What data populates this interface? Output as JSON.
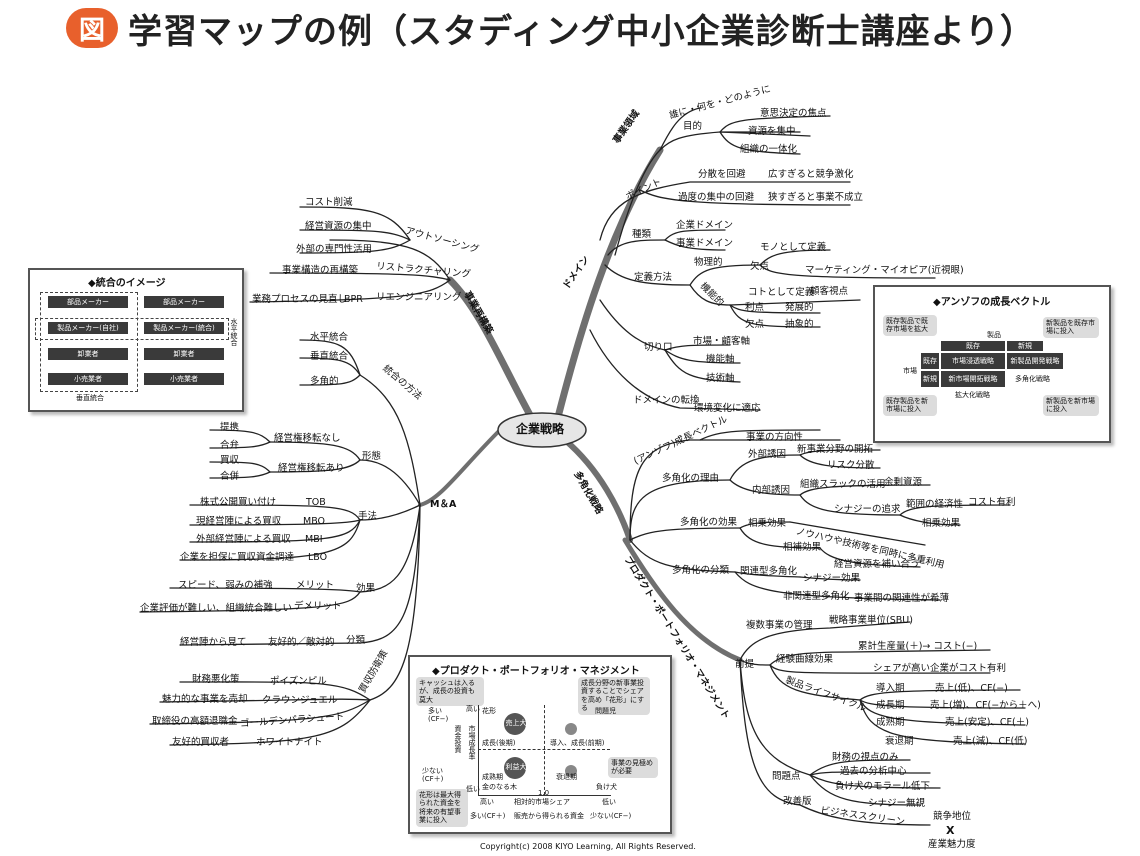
{
  "header": {
    "badge": "図",
    "title": "学習マップの例（スタディング中小企業診断士講座より）"
  },
  "center": "企業戦略",
  "labels": {
    "jigyoryoiki": "事業領域",
    "dare": "誰に・何を・どのように",
    "mokuteki": "目的",
    "ishi": "意思決定の焦点",
    "shigen": "資源を集中",
    "soshiki": "組織の一体化",
    "point": "ポイント",
    "bunsan": "分散を回避",
    "hiroi": "広すぎると競争激化",
    "kado": "過度の集中の回避",
    "semai": "狭すぎると事業不成立",
    "domain": "ドメイン",
    "shurui": "種類",
    "kigyo_d": "企業ドメイン",
    "jigyo_d": "事業ドメイン",
    "teigi": "定義方法",
    "butsuri": "物理的",
    "mono": "モノとして定義",
    "ketten1": "欠点",
    "myopia": "マーケティング・マイオピア(近視眼)",
    "kinou": "機能的",
    "koto": "コトとして定義",
    "kokyaku": "顧客視点",
    "riten": "利点",
    "hatten": "発展的",
    "ketten2": "欠点",
    "chusho": "抽象的",
    "kiriguchi": "切り口",
    "shijo": "市場・顧客軸",
    "kinoujiku": "機能軸",
    "gijutsu": "技術軸",
    "tenkan": "ドメインの転換",
    "kankyo": "環境変化に適応",
    "saikochiku": "事業再構築",
    "outsourcing": "アウトソーシング",
    "cost": "コスト削減",
    "keiei_shigen": "経営資源の集中",
    "gaibu": "外部の専門性活用",
    "restructuring": "リストラクチャリング",
    "jigyokozo": "事業構造の再構築",
    "reengineering": "リエンジニアリング",
    "gyomu": "業務プロセスの見直し",
    "bpr": "BPR",
    "tougou": "統合の方法",
    "suihei": "水平統合",
    "suichoku": "垂直統合",
    "takakuteki": "多角的",
    "ma": "M＆A",
    "keitai": "形態",
    "teikei": "提携",
    "gappei1": "合弁",
    "nashi": "経営権移転なし",
    "baishu": "買収",
    "gappei2": "合併",
    "ari": "経営権移転あり",
    "shuho": "手法",
    "kabushiki": "株式公開買い付け",
    "tob": "TOB",
    "genkeiei": "現経営陣による買収",
    "mbo": "MBO",
    "gaibukeiei": "外部経営陣による買収",
    "mbi": "MBI",
    "tanpo": "企業を担保に買収資金調達",
    "lbo": "LBO",
    "koka": "効果",
    "speed": "スピード、弱みの補強",
    "merit": "メリット",
    "hyoka": "企業評価が難しい、組織統合難しい",
    "demerit": "デメリット",
    "bunrui": "分類",
    "keieijin": "経営陣から見て",
    "yukoteki": "友好的／敵対的",
    "boei": "買収防衛策",
    "zaimu": "財務悪化策",
    "poison": "ポイズンピル",
    "miryoku": "魅力的な事業を売却",
    "crown": "クラウンジュエル",
    "torishimari": "取締役の高額退職金",
    "golden": "ゴールデンパラシュート",
    "yuko": "友好的買収者",
    "white": "ホワイトナイト",
    "takakuka": "多角化戦略",
    "ansoff": "(アンゾフ)成長ベクトル",
    "hokosei": "事業の方向性",
    "riyu": "多角化の理由",
    "gaibuyuin": "外部誘因",
    "shinjigyo": "新事業分野の開拓",
    "risk": "リスク分散",
    "naibuyuin": "内部誘因",
    "slack": "組織スラックの活用",
    "yoyo": "余剰資源",
    "synergy_tsuikyu": "シナジーの追求",
    "hani": "範囲の経済性",
    "costyuri": "コスト有利",
    "sojo1": "相乗効果",
    "takakuka_koka": "多角化の効果",
    "sojo2": "相乗効果",
    "knowhow": "ノウハウや技術等を同時に多重利用",
    "sohokoka": "相補効果",
    "keiei_hokan": "経営資源を補い合う",
    "takakuka_bunrui": "多角化の分類",
    "kanren": "関連型多角化",
    "synergy_koka": "シナジー効果",
    "hikanren": "非関連型多角化",
    "kanrensei": "事業間の関連性が希薄",
    "ppm": "プロダクト・ポートフォリオ・マネジメント",
    "zentei": "前提",
    "fukusu": "複数事業の管理",
    "sbu": "戦略事業単位(SBU)",
    "keiken": "経験曲線効果",
    "ruiseki": "累計生産量(＋)→ コスト(−)",
    "share": "シェアが高い企業がコスト有利",
    "lifecycle": "製品ライフサイクル",
    "donyu": "導入期",
    "donyu_v": "売上(低)、CF(−)",
    "seicho": "成長期",
    "seicho_v": "売上(増)、CF(−から＋へ)",
    "seijuku": "成熟期",
    "seijuku_v": "売上(安定)、CF(＋)",
    "suitai": "衰退期",
    "suitai_v": "売上(減)、CF(低)",
    "mondai": "問題点",
    "zaimu_shiten": "財務の視点のみ",
    "kako": "過去の分析中心",
    "makeinu": "負け犬のモラール低下",
    "synergy_mushi": "シナジー無視",
    "kaizen": "改善版",
    "business_screen": "ビジネススクリーン",
    "kyoso": "競争地位",
    "kakeru": "X",
    "miryokudo": "産業魅力度"
  },
  "integration_box": {
    "title": "◆統合のイメージ",
    "left_top": "部品メーカー",
    "left_mid": "製品メーカー(自社)",
    "left_3": "卸業者",
    "left_4": "小売業者",
    "right_top": "部品メーカー",
    "right_mid": "製品メーカー(統合)",
    "right_3": "卸業者",
    "right_4": "小売業者",
    "side": "水平統合",
    "bottom": "垂直統合"
  },
  "ansoff_box": {
    "title": "◆アンゾフの成長ベクトル",
    "tl": "既存製品で既存市場を拡大",
    "tr": "新製品を既存市場に投入",
    "bl": "既存製品を新市場に投入",
    "br": "新製品を新市場に投入",
    "seihin": "製品",
    "shijo": "市場",
    "kizon": "既存",
    "shinki": "新規",
    "c1": "市場浸透戦略",
    "c2": "新製品開発戦略",
    "c3": "新市場開拓戦略",
    "c4": "多角化戦略",
    "kakudai": "拡大化戦略"
  },
  "ppm_box": {
    "title": "◆プロダクト・ポートフォリオ・マネジメント",
    "note_tl": "キャッシュは入るが、成長の投資も莫大",
    "note_tr": "成長分野の新事業投資することでシェアを高め「花形」にする",
    "note_r": "事業の見極めが必要",
    "note_bl": "花形は最大得られた資金を将来の有望事業に投入",
    "hanagata": "花形",
    "mondaiji": "問題児",
    "kachiku": "金のなる木",
    "makeinu": "負け犬",
    "uridashi": "売上大",
    "rieki": "利益大",
    "seicho_label": "成長(後期)",
    "donyu_label": "導入、成長(前期)",
    "seijuku_label": "成熟期",
    "suitai_label": "衰退期",
    "ooi": "多い(CF−)",
    "sukunai": "少ない(CF＋)",
    "takai": "高い",
    "hikui": "低い",
    "y_axis": "市場成長率",
    "x_axis": "相対的市場シェア",
    "one": "1.0",
    "shikin": "販売から得られる資金",
    "sukunai2": "少ない(CF−)",
    "ooi2": "多い(CF＋)",
    "toshi": "資金投資"
  },
  "copyright": "Copyright(c) 2008 KIYO Learning, All Rights Reserved."
}
